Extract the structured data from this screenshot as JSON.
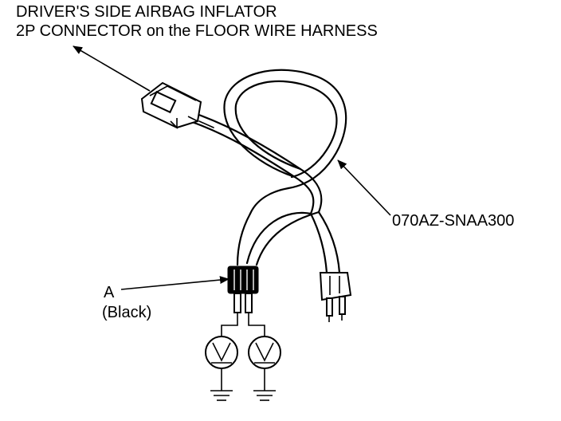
{
  "title": {
    "line1": "DRIVER'S SIDE AIRBAG INFLATOR",
    "line2": "2P CONNECTOR on the FLOOR WIRE HARNESS"
  },
  "part_number": "070AZ-SNAA300",
  "connector_a": {
    "letter": "A",
    "color_note": "(Black)"
  },
  "colors": {
    "ink": "#000000",
    "background": "#ffffff"
  },
  "icons": [
    "voltmeter-icon",
    "ground-icon"
  ]
}
